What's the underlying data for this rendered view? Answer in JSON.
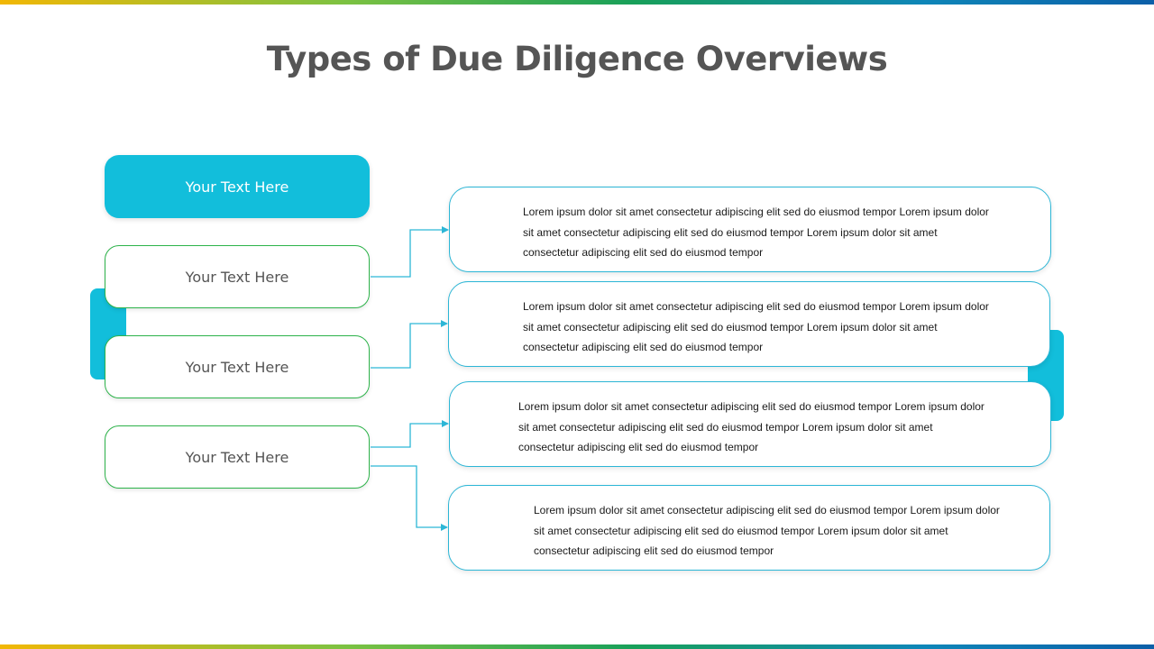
{
  "title": "Types of Due Diligence Overviews",
  "colors": {
    "accent": "#12bedb",
    "item_border": "#2db34a",
    "detail_border": "#2cb6d6",
    "title": "#555555"
  },
  "header_box": {
    "label": "Your Text Here"
  },
  "items": [
    {
      "label": "Your Text Here"
    },
    {
      "label": "Your Text Here"
    },
    {
      "label": "Your Text Here"
    }
  ],
  "details": [
    {
      "text": "Lorem ipsum dolor sit amet consectetur adipiscing elit sed do eiusmod tempor Lorem ipsum dolor sit amet consectetur adipiscing elit sed do eiusmod tempor Lorem ipsum dolor sit amet consectetur adipiscing elit sed do eiusmod tempor"
    },
    {
      "text": "Lorem ipsum dolor sit amet consectetur adipiscing elit sed do eiusmod tempor Lorem ipsum dolor sit amet consectetur adipiscing elit sed do eiusmod tempor Lorem ipsum dolor sit amet consectetur adipiscing elit sed do eiusmod tempor"
    },
    {
      "text": "Lorem ipsum dolor sit amet consectetur adipiscing elit sed do eiusmod tempor Lorem ipsum dolor sit amet consectetur adipiscing elit sed do eiusmod tempor Lorem ipsum dolor sit amet consectetur adipiscing elit sed do eiusmod tempor"
    },
    {
      "text": "Lorem ipsum dolor sit amet consectetur adipiscing elit sed do eiusmod tempor Lorem ipsum dolor sit amet consectetur adipiscing elit sed do eiusmod tempor Lorem ipsum dolor sit amet consectetur adipiscing elit sed do eiusmod tempor"
    }
  ]
}
